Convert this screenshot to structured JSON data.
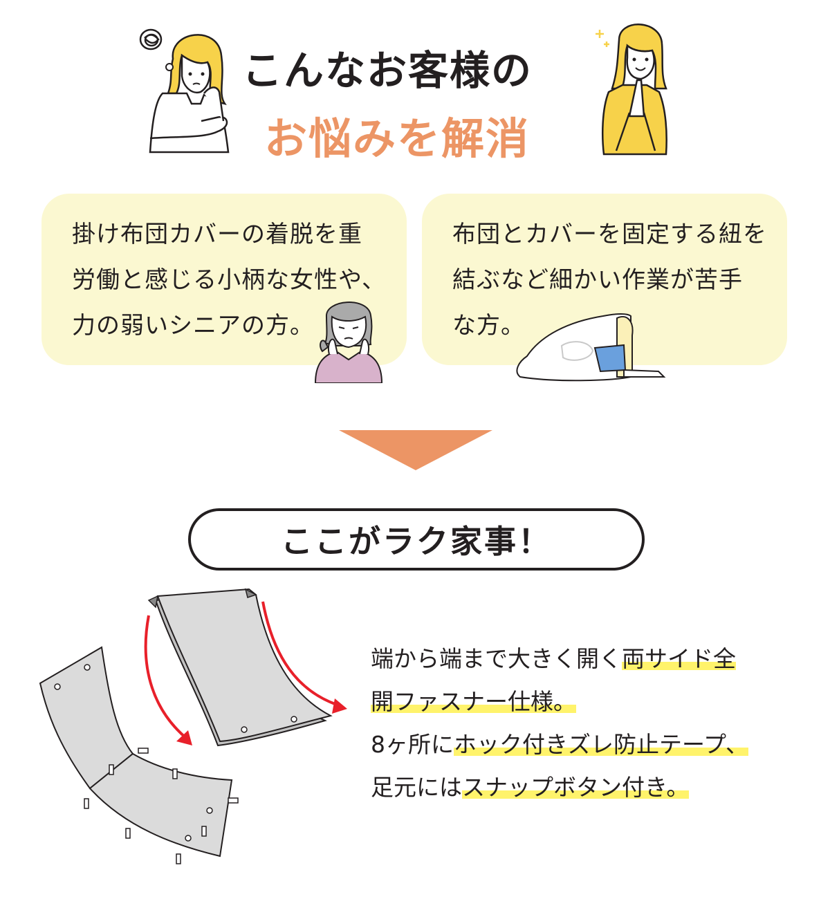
{
  "header": {
    "title_line1": "こんなお客様の",
    "title_line2": "お悩みを解消"
  },
  "cards": [
    {
      "lines": [
        "掛け布団カバーの着脱を重",
        "労働と感じる小柄な女性や、",
        "力の弱いシニアの方。"
      ]
    },
    {
      "lines": [
        "布団とカバーを固定する紐を",
        "結ぶなど細かい作業が苦手",
        "な方。"
      ]
    }
  ],
  "banner": {
    "label": "ここがラク家事！"
  },
  "feature": {
    "line1_plain": "端から端まで大きく開く",
    "line1_hl": "両サイド全",
    "line2_hl": "開ファスナー仕様。",
    "line3_plain": "8ヶ所に",
    "line3_hl": "ホック付きズレ防止テープ、",
    "line4_plain": "足元には",
    "line4_hl": "スナップボタン付き。"
  },
  "colors": {
    "accent_orange": "#ec9565",
    "card_bg": "#fbf8d1",
    "highlight_yellow": "#fff36b",
    "person_yellow": "#f7d24a"
  },
  "icons": [
    "worried-woman-icon",
    "happy-woman-icon",
    "senior-woman-icon",
    "struggling-person-icon",
    "down-arrow-icon",
    "duvet-cover-diagram"
  ]
}
